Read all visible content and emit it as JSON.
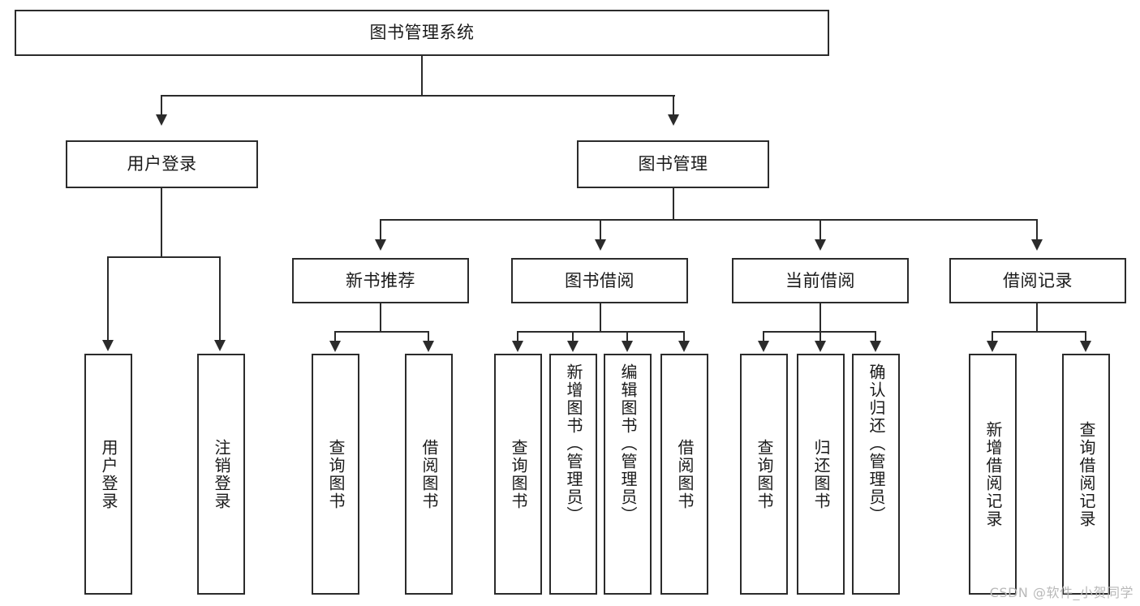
{
  "diagram": {
    "type": "tree-hierarchy",
    "title": "图书管理系统",
    "root": {
      "id": "root",
      "label": "图书管理系统"
    },
    "level2": [
      {
        "id": "user-login",
        "label": "用户登录"
      },
      {
        "id": "book-manage",
        "label": "图书管理"
      }
    ],
    "level3": [
      {
        "id": "new-book-recommend",
        "label": "新书推荐",
        "parent": "book-manage"
      },
      {
        "id": "book-borrow",
        "label": "图书借阅",
        "parent": "book-manage"
      },
      {
        "id": "current-borrow",
        "label": "当前借阅",
        "parent": "book-manage"
      },
      {
        "id": "borrow-record",
        "label": "借阅记录",
        "parent": "book-manage"
      }
    ],
    "leaves": [
      {
        "id": "leaf-user-login",
        "label": "用户登录",
        "parent": "user-login"
      },
      {
        "id": "leaf-logout",
        "label": "注销登录",
        "parent": "user-login"
      },
      {
        "id": "leaf-query-book-1",
        "label": "查询图书",
        "parent": "new-book-recommend"
      },
      {
        "id": "leaf-borrow-book-1",
        "label": "借阅图书",
        "parent": "new-book-recommend"
      },
      {
        "id": "leaf-query-book-2",
        "label": "查询图书",
        "parent": "book-borrow"
      },
      {
        "id": "leaf-add-book",
        "label": "新增图书（管理员）",
        "parent": "book-borrow"
      },
      {
        "id": "leaf-edit-book",
        "label": "编辑图书（管理员）",
        "parent": "book-borrow"
      },
      {
        "id": "leaf-borrow-book-2",
        "label": "借阅图书",
        "parent": "book-borrow"
      },
      {
        "id": "leaf-query-book-3",
        "label": "查询图书",
        "parent": "current-borrow"
      },
      {
        "id": "leaf-return-book",
        "label": "归还图书",
        "parent": "current-borrow"
      },
      {
        "id": "leaf-confirm-return",
        "label": "确认归还（管理员）",
        "parent": "current-borrow"
      },
      {
        "id": "leaf-add-record",
        "label": "新增借阅记录",
        "parent": "borrow-record"
      },
      {
        "id": "leaf-query-record",
        "label": "查询借阅记录",
        "parent": "borrow-record"
      }
    ],
    "colors": {
      "stroke": "#2b2b2b",
      "fill": "#ffffff",
      "text": "#1a1a1a",
      "watermark": "#b9b9b9"
    }
  },
  "watermark": {
    "text": "CSDN @软件_小贺同学"
  }
}
